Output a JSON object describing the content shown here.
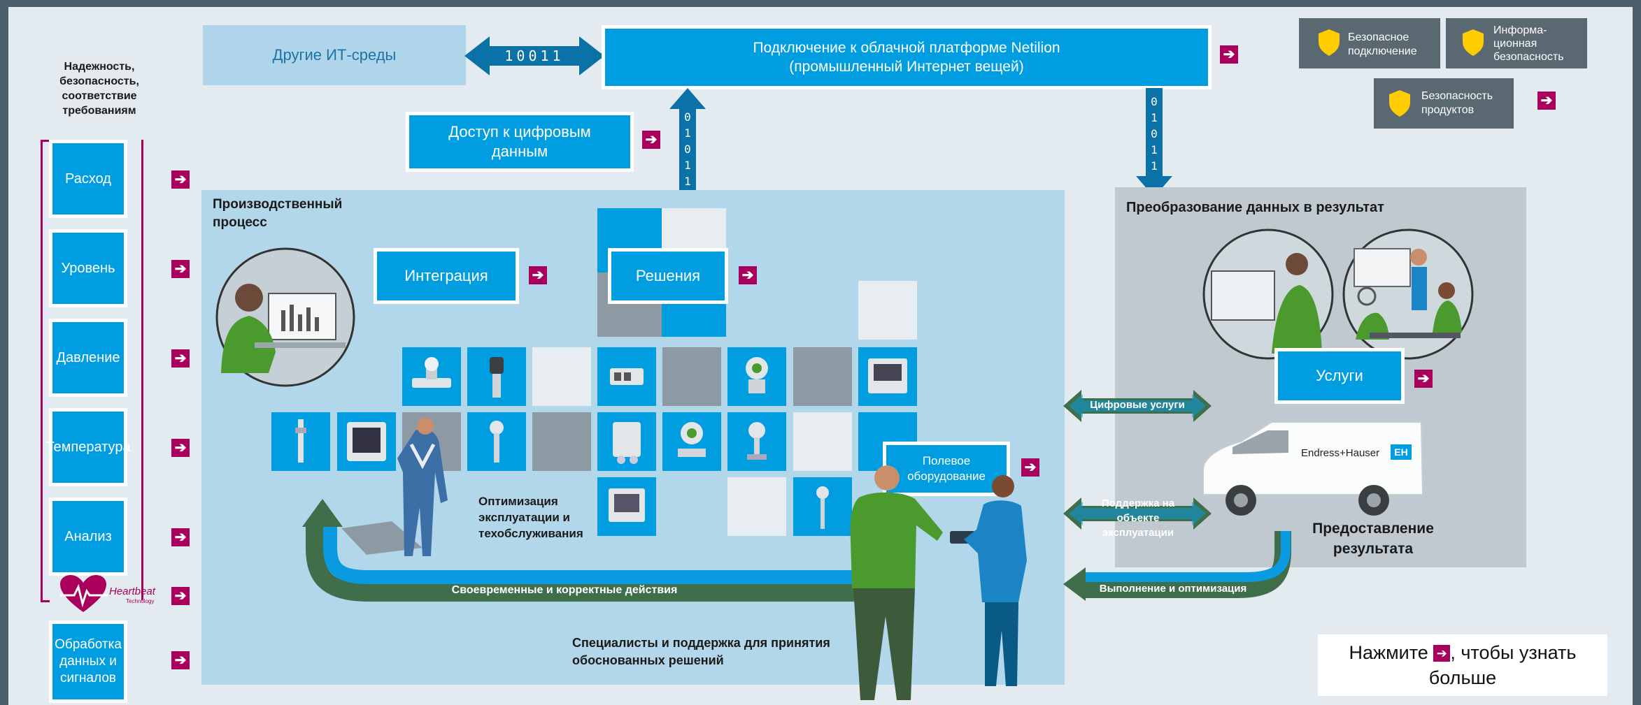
{
  "left_panel": {
    "heading": "Надежность, безопасность, соответствие требованиям",
    "items": [
      "Расход",
      "Уровень",
      "Давление",
      "Температура",
      "Анализ"
    ],
    "heartbeat_logo": "Heartbeat",
    "heartbeat_sub": "Technology",
    "processing": "Обработка данных и сигналов"
  },
  "top": {
    "other_it": "Другие ИТ-среды",
    "binary_h": "10011",
    "netilion": "Подключение к облачной платформе Netilion (промышленный Интернет вещей)",
    "digital_access": "Доступ к цифровым данным",
    "binary_v": [
      "0",
      "1",
      "0",
      "1",
      "1"
    ]
  },
  "security": {
    "secure_connection": "Безопасное подключение",
    "info_security": "Информа-ционная безопасность",
    "product_security": "Безопасность продуктов"
  },
  "process": {
    "title": "Производственный процесс",
    "integration": "Интеграция",
    "solutions": "Решения",
    "field_equipment": "Полевое оборудование",
    "optimization": "Оптимизация эксплуатации и техобслуживания",
    "timely_actions": "Своевременные и корректные действия",
    "specialists": "Специалисты и поддержка для принятия обоснованных решений"
  },
  "results": {
    "title": "Преобразование данных в результат",
    "services": "Услуги",
    "delivery": "Предоставление результата",
    "brand": "Endress+Hauser",
    "brand_mark": "EH"
  },
  "flows": {
    "digital_services": "Цифровые услуги",
    "onsite_support": "Поддержка на объекте эксплуатации",
    "execution": "Выполнение и оптимизация"
  },
  "hint": {
    "pre": "Нажмите",
    "post": ", чтобы узнать больше"
  },
  "arrow_glyph": "➔",
  "colors": {
    "accent_blue": "#009ee0",
    "magenta": "#a8005c",
    "green": "#4a9a2e",
    "dark_green": "#3f6e4a",
    "panel_grey": "#5a6872"
  }
}
